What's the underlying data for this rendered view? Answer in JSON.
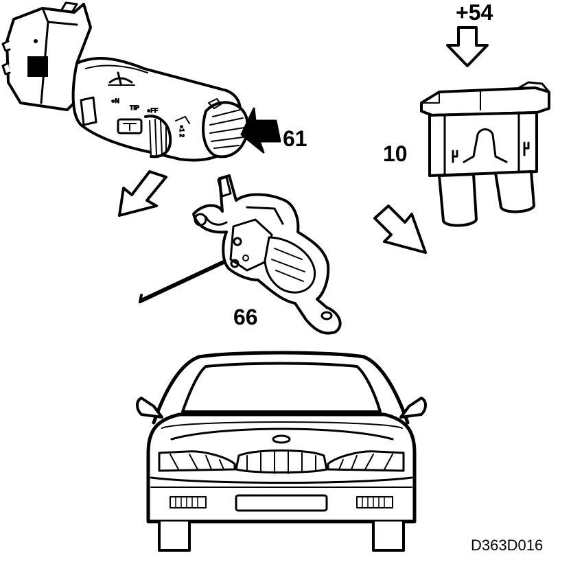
{
  "labels": {
    "switch": "61",
    "fuse_voltage": "+54",
    "fuse": "10",
    "motor": "66"
  },
  "switch_markings": {
    "int": "●N",
    "tip": "TIP",
    "off": "●FF",
    "speeds": "●1 2"
  },
  "figure_code": "D363D016",
  "colors": {
    "ink": "#000000",
    "paper": "#ffffff"
  }
}
